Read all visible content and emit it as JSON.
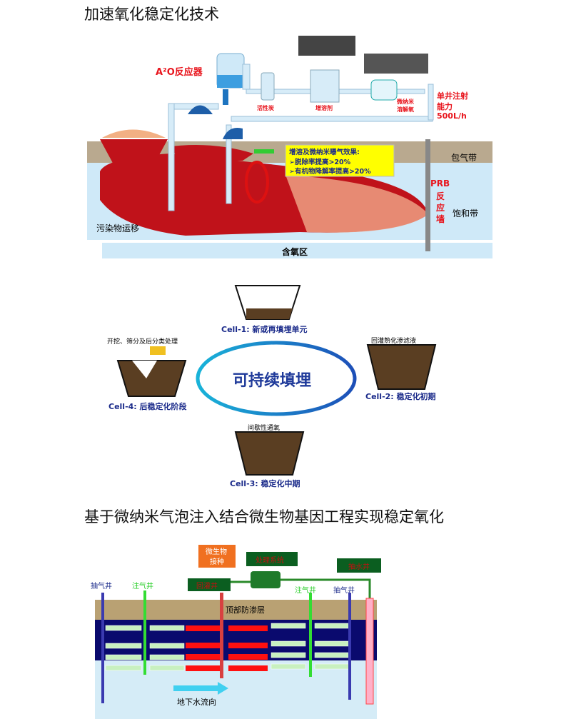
{
  "section1": {
    "title": "加速氧化稳定化技术",
    "diagram": {
      "a2o_label": "A²O反应器",
      "carbon_label": "活性炭",
      "solubilizer_label": "增溶剂",
      "micro_nano_label_1": "微纳米",
      "micro_nano_label_2": "溶解氧",
      "injection_1": "单井注射",
      "injection_2": "能力",
      "injection_3": "500L/h",
      "effect_title": "增溶及微纳米曝气效果:",
      "effect_items": [
        "➢脱除率提高>20%",
        "➢有机物降解率提高>20%"
      ],
      "vadose_zone": "包气带",
      "saturated_zone": "饱和带",
      "prb_1": "PRB",
      "prb_2": "反",
      "prb_3": "应",
      "prb_4": "墙",
      "migration": "污染物运移",
      "oxygen_zone": "含氧区"
    }
  },
  "cycle": {
    "center": "可持续填埋",
    "cell1": "Cell-1: 新或再填埋单元",
    "cell2": "Cell-2: 稳定化初期",
    "cell3": "Cell-3: 稳定化中期",
    "cell4": "Cell-4: 后稳定化阶段",
    "note_cell2": "回灌熟化渗滤液",
    "note_cell3": "间歇性通氧",
    "note_cell4": "开挖、筛分及后分类处理"
  },
  "section2": {
    "title": "基于微纳米气泡注入结合微生物基因工程实现稳定氧化",
    "diagram": {
      "microbe_1": "微生物",
      "microbe_2": "接种",
      "treatment": "处理系统",
      "pump_well": "抽水井",
      "recharge_well": "回灌井",
      "extract_left": "抽气井",
      "inject_left": "注气井",
      "inject_right": "注气井",
      "extract_right": "抽气井",
      "cap_layer": "顶部防渗层",
      "flow_dir": "地下水流向"
    }
  }
}
